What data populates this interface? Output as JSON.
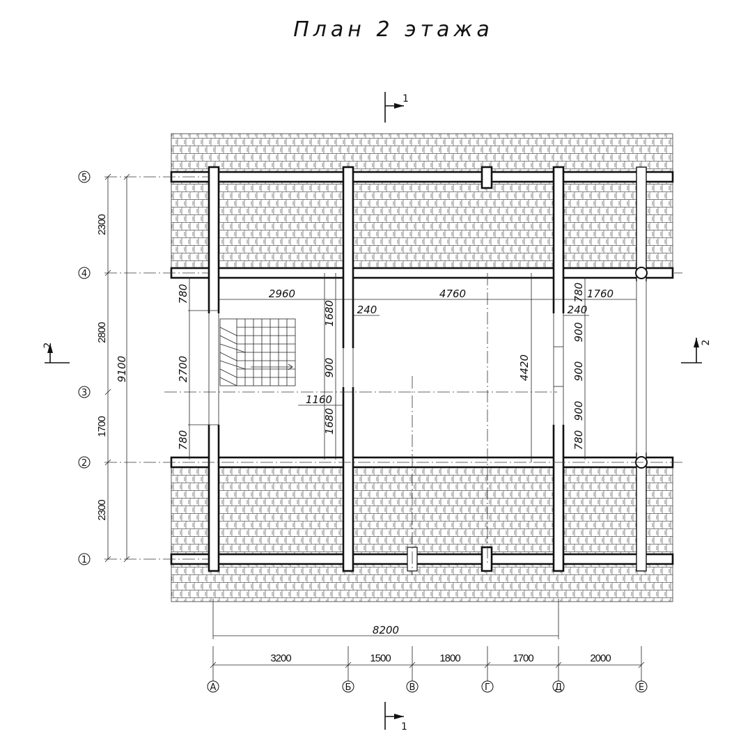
{
  "title": "План 2 этажа",
  "colors": {
    "line": "#111111",
    "background": "#ffffff"
  },
  "section_marks": {
    "section_1": "1",
    "section_2": "2"
  },
  "axes": {
    "letters": [
      "А",
      "Б",
      "В",
      "Г",
      "Д",
      "Е"
    ],
    "numbers": [
      "5",
      "4",
      "3",
      "2",
      "1"
    ]
  },
  "dimensions": {
    "bottom_chain": [
      "3200",
      "1500",
      "1800",
      "1700",
      "2000"
    ],
    "bottom_total": "8200",
    "left_chain": [
      "2300",
      "2800",
      "1700",
      "2300"
    ],
    "left_total": "9100",
    "inner": {
      "d2960": "2960",
      "d4760": "4760",
      "d1760": "1760",
      "d240a": "240",
      "d240b": "240",
      "d1680a": "1680",
      "d900a": "900",
      "d1160": "1160",
      "d1680b": "1680",
      "d4420": "4420",
      "d780tl": "780",
      "d2700": "2700",
      "d780bl": "780",
      "d780tr": "780",
      "d900r1": "900",
      "d900r2": "900",
      "d900r3": "900",
      "d780br": "780"
    }
  },
  "icons": {
    "axis_marker": "circle-axis-marker-icon",
    "section_arrow": "section-arrow-icon"
  }
}
